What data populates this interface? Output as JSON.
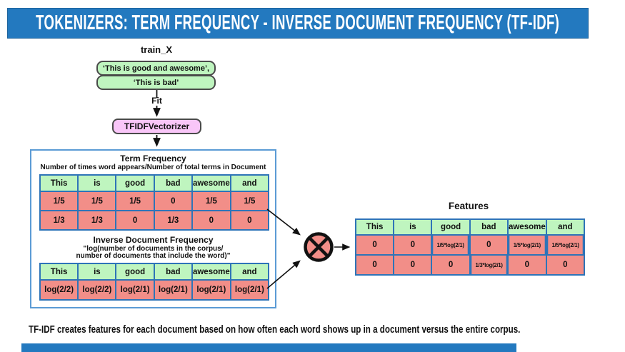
{
  "header": {
    "title": "TOKENIZERS: TERM FREQUENCY - INVERSE DOCUMENT FREQUENCY (TF-IDF)"
  },
  "pipeline": {
    "train_label": "train_X",
    "docs": [
      "‘This is good and awesome’,",
      "‘This is bad’"
    ],
    "fit_label": "Fit",
    "vectorizer_label": "TFIDFVectorizer"
  },
  "tf": {
    "title": "Term Frequency",
    "subtitle": "Number of times word appears/Number of total terms in Document",
    "columns": [
      "This",
      "is",
      "good",
      "bad",
      "awesome",
      "and"
    ],
    "rows": [
      [
        "1/5",
        "1/5",
        "1/5",
        "0",
        "1/5",
        "1/5"
      ],
      [
        "1/3",
        "1/3",
        "0",
        "1/3",
        "0",
        "0"
      ]
    ]
  },
  "idf": {
    "title": "Inverse Document Frequency",
    "subtitle_line1": "\"log(number of documents in the corpus/",
    "subtitle_line2": "number of documents that include the word)\"",
    "columns": [
      "This",
      "is",
      "good",
      "bad",
      "awesome",
      "and"
    ],
    "rows": [
      [
        "log(2/2)",
        "log(2/2)",
        "log(2/1)",
        "log(2/1)",
        "log(2/1)",
        "log(2/1)"
      ]
    ]
  },
  "features": {
    "title": "Features",
    "columns": [
      "This",
      "is",
      "good",
      "bad",
      "awesome",
      "and"
    ],
    "rows": [
      [
        "0",
        "0",
        "1/5*log(2/1)",
        "0",
        "1/5*log(2/1)",
        "1/5*log(2/1)"
      ],
      [
        "0",
        "0",
        "0",
        "1/3*log(2/1)",
        "0",
        "0"
      ]
    ]
  },
  "icons": {
    "multiply": "circle-cross-multiply"
  },
  "footer": {
    "caption": "TF-IDF creates features for each document based on how often each word shows up in a document versus the entire corpus."
  },
  "colors": {
    "banner_blue": "#2379bf",
    "table_border_blue": "#2e74b8",
    "panel_border_blue": "#5b9bd5",
    "cell_green": "#bff5bf",
    "cell_salmon": "#f28e88",
    "vectorizer_pink": "#f9c6f8"
  }
}
